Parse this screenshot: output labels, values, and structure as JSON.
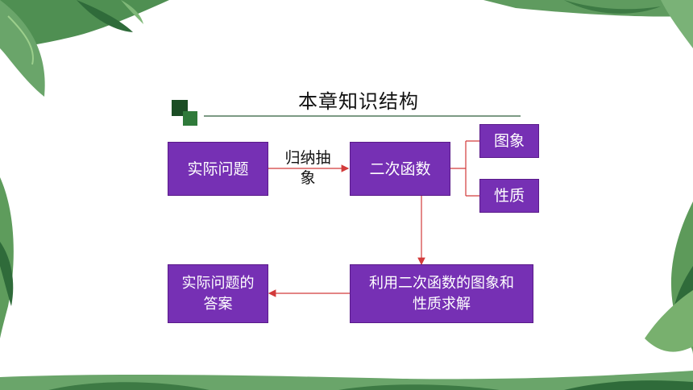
{
  "title": "本章知识结构",
  "colors": {
    "box_fill": "#7630b4",
    "arrow": "#d23a3a",
    "title_line": "#2e5e3a",
    "logo_dark": "#1b4d24",
    "logo_light": "#2f7a3a"
  },
  "nodes": {
    "practical_problem": "实际问题",
    "quadratic_function": "二次函数",
    "graph": "图象",
    "property": "性质",
    "solve": "利用二次函数的图象和性质求解",
    "answer": "实际问题的答案"
  },
  "edges": {
    "abstract_label": "归纳抽象"
  }
}
